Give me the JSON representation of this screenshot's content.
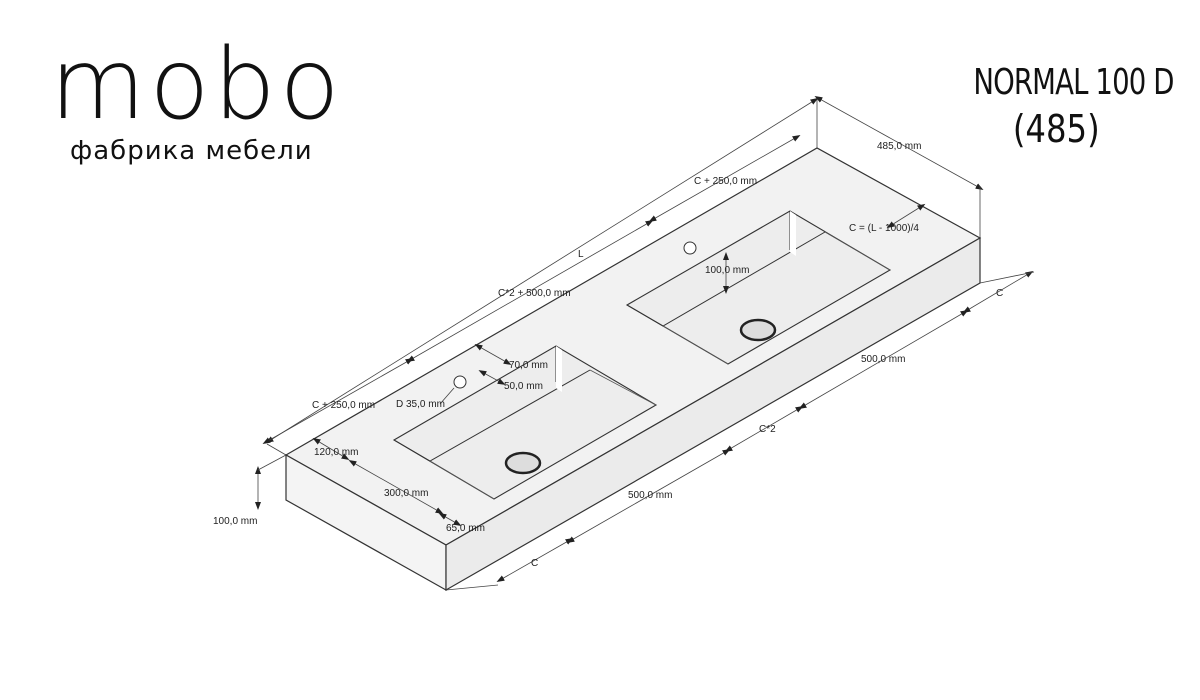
{
  "brand": {
    "logo_text": "mobo",
    "subtitle": "фабрика мебели"
  },
  "product": {
    "name": "NORMAL 100 D",
    "code": "(485)"
  },
  "dimensions": {
    "depth": "485,0 mm",
    "overall_length": "L",
    "top_offset": "C + 250,0 mm",
    "left_offset": "C + 250,0 mm",
    "middle_span": "C*2 + 500,0 mm",
    "c_formula": "C = (L - 1000)/4",
    "bowl_depth": "100,0 mm",
    "tap_spacing_1": "70,0 mm",
    "tap_spacing_2": "50,0 mm",
    "tap_hole": "D 35,0 mm",
    "back_margin": "120,0 mm",
    "bowl_width": "300,0 mm",
    "front_margin": "65,0 mm",
    "thickness": "100,0 mm",
    "bowl_length_front": "500,0 mm",
    "bowl_length_right": "500,0 mm",
    "c_right": "C",
    "c_double": "C*2",
    "c_front": "C"
  }
}
